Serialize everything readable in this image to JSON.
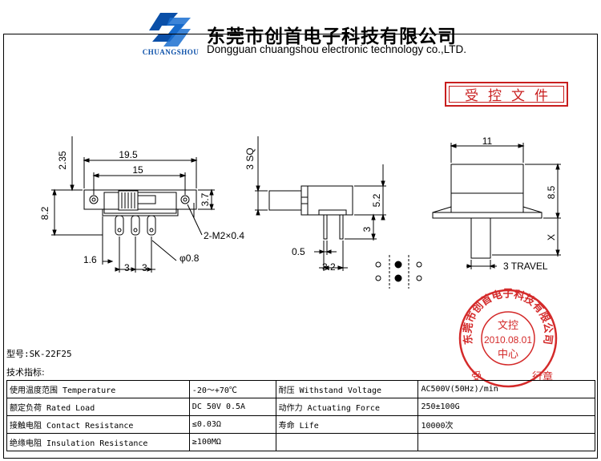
{
  "header": {
    "logo_text": "CHUANGSHOU",
    "company_cn": "东莞市创首电子科技有限公司",
    "company_en": "Dongguan chuangshou electronic technology co.,LTD."
  },
  "controlled_doc_stamp": "受控文件",
  "drawing": {
    "front_view": {
      "dim_height_top": "2.35",
      "dim_width_overall": "19.5",
      "dim_hole_spacing": "15",
      "dim_height_left": "8.2",
      "dim_height_right": "3.7",
      "dim_mount_hole": "2-M2×0.4",
      "dim_pin_offset": "1.6",
      "dim_pin_pitch_1": "3",
      "dim_pin_pitch_2": "3",
      "dim_pin_diameter": "φ0.8"
    },
    "side_view": {
      "dim_square": "3 SQ",
      "dim_height": "5.2",
      "dim_pin_length": "3",
      "dim_pin_width": "0.5",
      "dim_pin_spacing": "3.2"
    },
    "end_view": {
      "dim_width": "11",
      "dim_height": "8.5",
      "dim_variable": "X",
      "travel_label": "3 TRAVEL"
    }
  },
  "model_label": "型号:SK-22F25",
  "spec_heading": "技术指标:",
  "specs": [
    {
      "name1": "使用温度范围 Temperature",
      "value1": "-20～+70℃",
      "name2": "耐压 Withstand Voltage",
      "value2": "AC500V(50Hz)/min"
    },
    {
      "name1": "额定负荷 Rated Load",
      "value1": "DC 50V 0.5A",
      "name2": "动作力 Actuating Force",
      "value2": "250±100G"
    },
    {
      "name1": "接触电阻 Contact Resistance",
      "value1": "≤0.03Ω",
      "name2": "寿命 Life",
      "value2": "10000次"
    },
    {
      "name1": "绝缘电阻 Insulation Resistance",
      "value1": "≥100MΩ",
      "name2": "",
      "value2": ""
    }
  ],
  "seal": {
    "ring_text": "东莞市创首电子科技有限公司",
    "top": "文控",
    "date": "2010.08.01",
    "bottom": "中心",
    "left_char": "受",
    "right_chars": "行章",
    "color": "#d42a2a"
  },
  "colors": {
    "logo_blue": "#0a4fa8",
    "stamp_red": "#c81e1e"
  }
}
